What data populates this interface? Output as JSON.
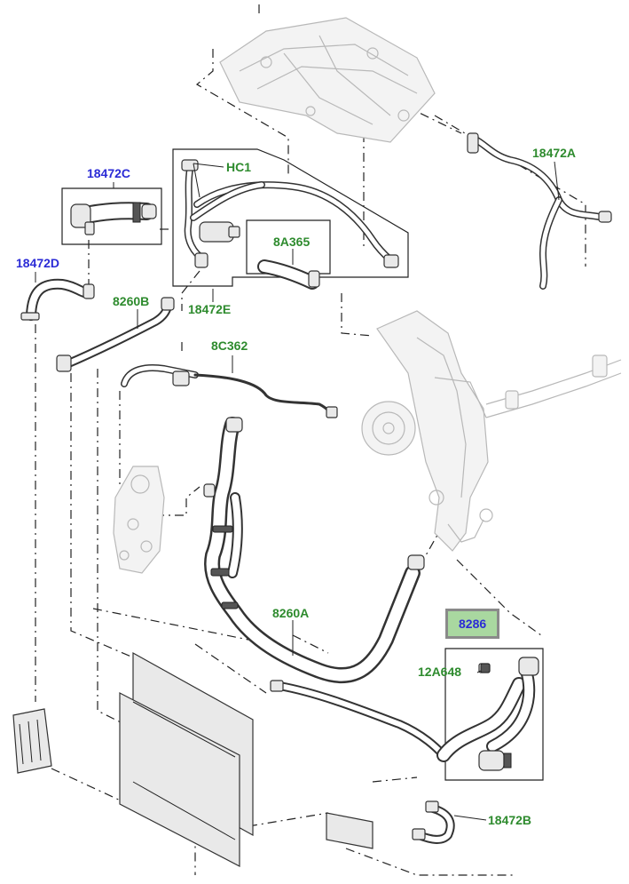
{
  "callouts": {
    "hc1": "HC1",
    "p18472a": "18472A",
    "p18472c": "18472C",
    "p18472d": "18472D",
    "p8a365": "8A365",
    "p8260b": "8260B",
    "p18472e": "18472E",
    "p8c362": "8C362",
    "p8260a": "8260A",
    "p8286": "8286",
    "p12a648": "12A648",
    "p18472b": "18472B"
  },
  "colors": {
    "label_green": "#2e8b2e",
    "label_blue": "#2b2bd6",
    "highlight_fill": "#a9d8a0",
    "highlight_border": "#8a8a8a",
    "line": "#222222",
    "ghost_part": "#b8b8b8"
  }
}
